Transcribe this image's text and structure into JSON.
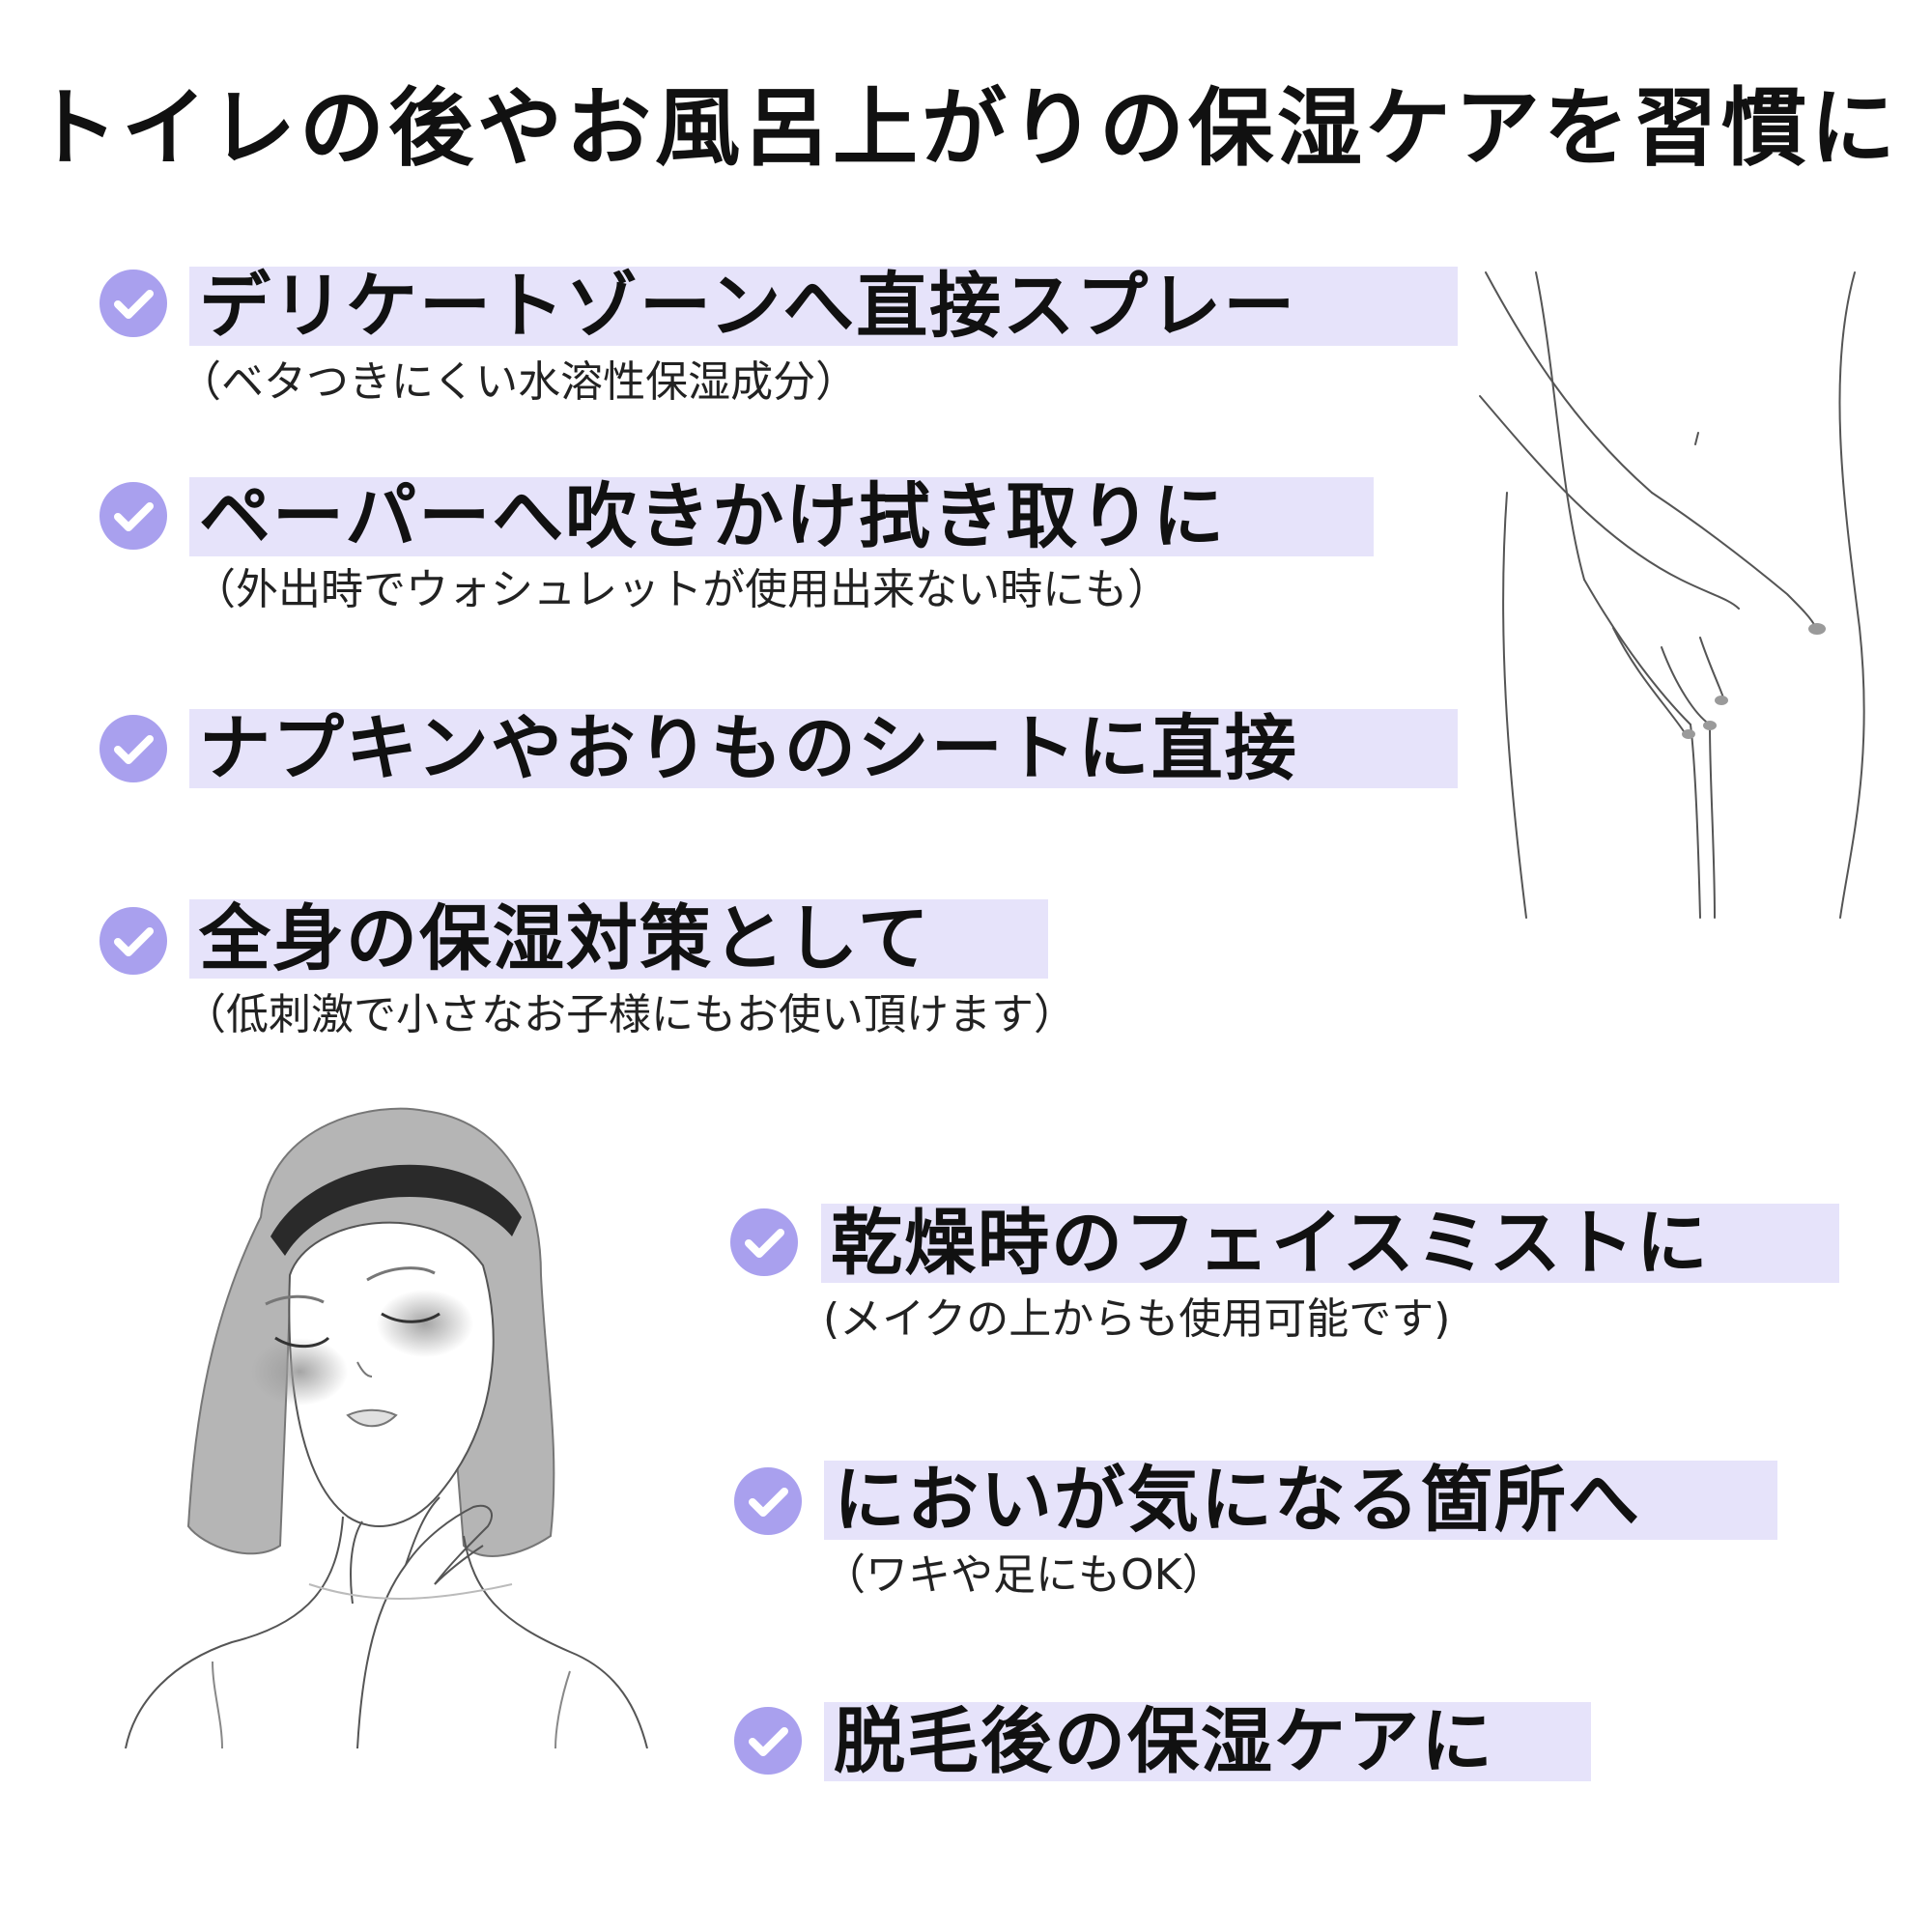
{
  "title": "トイレの後やお風呂上がりの保湿ケアを習慣に",
  "accent_color": "#a9a0ee",
  "highlight_color": "#e6e3fa",
  "items": [
    {
      "heading": "デリケートゾーンへ直接スプレー",
      "note": "（ベタつきにくい水溶性保湿成分）"
    },
    {
      "heading": "ペーパーへ吹きかけ拭き取りに",
      "note": "（外出時でウォシュレットが使用出来ない時にも）"
    },
    {
      "heading": "ナプキンやおりものシートに直接",
      "note": ""
    },
    {
      "heading": "全身の保湿対策として",
      "note": "（低刺激で小さなお子様にもお使い頂けます）"
    },
    {
      "heading": "乾燥時のフェイスミストに",
      "note": "(メイクの上からも使用可能です)"
    },
    {
      "heading": "においが気になる箇所へ",
      "note": "（ワキや足にもOK）"
    },
    {
      "heading": "脱毛後の保湿ケアに",
      "note": ""
    }
  ],
  "icons": {
    "check": "check-circle-icon"
  }
}
